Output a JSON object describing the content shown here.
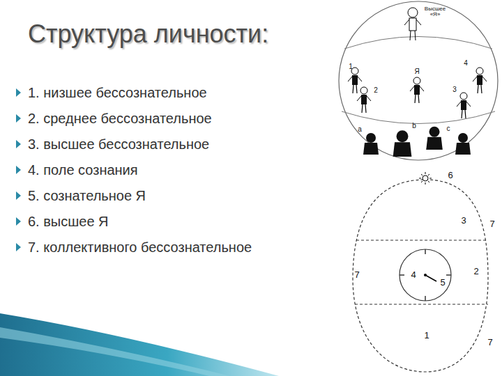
{
  "diagram": {
    "title": "Структура личности:",
    "labels": [
      "1. низшее бессознательное",
      "2. среднее бессознательное",
      "3. высшее бессознательное",
      "4. поле сознания",
      "5. сознательное Я",
      "6. высшее Я",
      "7. коллективного бессознательное",
      "Высшее «Я»",
      "1",
      "2",
      "Я",
      "4",
      "3",
      "a",
      "b",
      "c",
      "6",
      "3",
      "7",
      "7",
      "4",
      "5",
      "2",
      "1",
      "7"
    ]
  }
}
